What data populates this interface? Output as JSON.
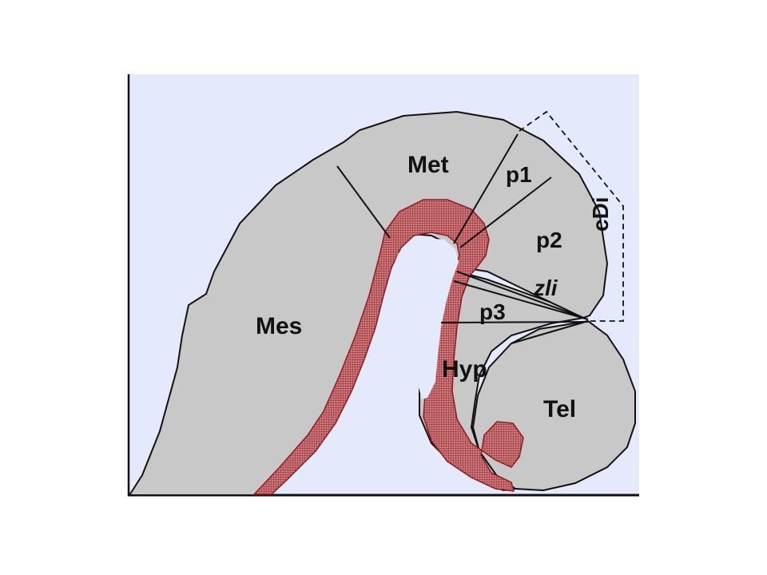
{
  "diagram": {
    "regions": {
      "met": "Met",
      "p1": "p1",
      "p2": "p2",
      "zli": "zli",
      "p3": "p3",
      "mes": "Mes",
      "hyp": "Hyp",
      "tel": "Tel",
      "cdi": "cDi"
    },
    "colors": {
      "background": "#e4e9fb",
      "tissue": "#c8c8c8",
      "hatch": "#9e1e24",
      "outline": "#111111"
    }
  }
}
